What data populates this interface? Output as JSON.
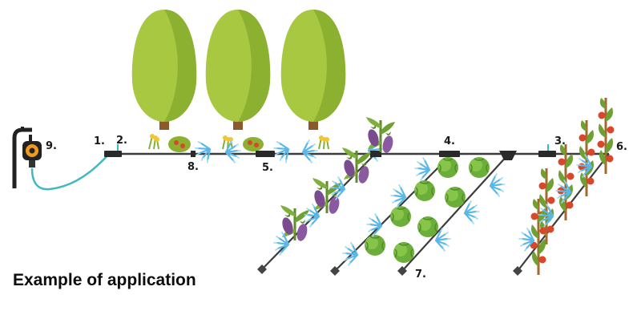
{
  "caption": "Example of application",
  "labels": {
    "faucet_timer": "9.",
    "connector": "1.",
    "pipe_coupler": "2.",
    "end_cap": "3.",
    "tee_left": "5.",
    "tee_right": "4.",
    "tomato_stakes": "6.",
    "cabbage_branch": "7.",
    "mini_sprinkler": "8."
  },
  "colors": {
    "trunk": "#8a5a2b",
    "tree_foliage": "#a7c840",
    "tree_foliage_dark": "#8cb030",
    "main_pipe": "#3c3c3c",
    "hose": "#3fb8c0",
    "spray": "#5ab8e8",
    "eggplant": "#7a4b8e",
    "cabbage": "#6cae3a",
    "tomato": "#d9472b",
    "stake": "#a06a2e"
  }
}
